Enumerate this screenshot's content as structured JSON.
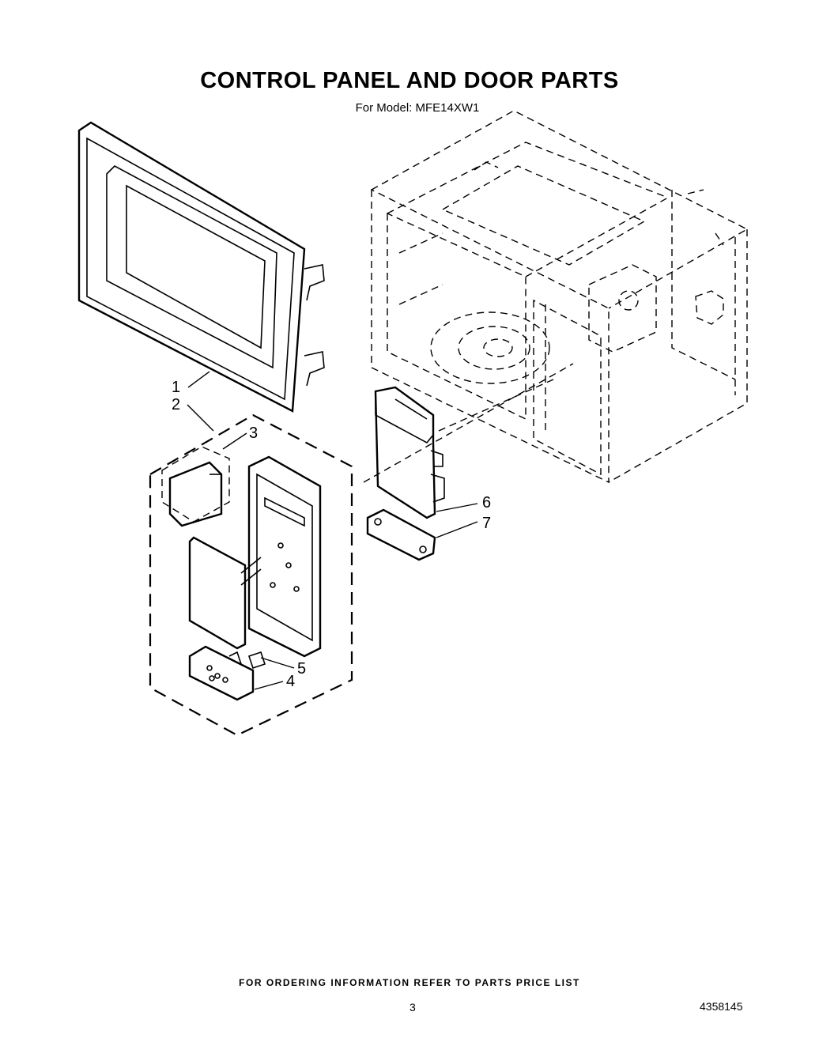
{
  "title": "CONTROL PANEL AND DOOR PARTS",
  "subtitle": "For Model: MFE14XW1",
  "callouts": [
    "1",
    "2",
    "3",
    "4",
    "5",
    "6",
    "7"
  ],
  "footer": {
    "ordering_note": "FOR ORDERING INFORMATION REFER TO PARTS PRICE LIST",
    "page_number": "3",
    "document_number": "4358145"
  }
}
